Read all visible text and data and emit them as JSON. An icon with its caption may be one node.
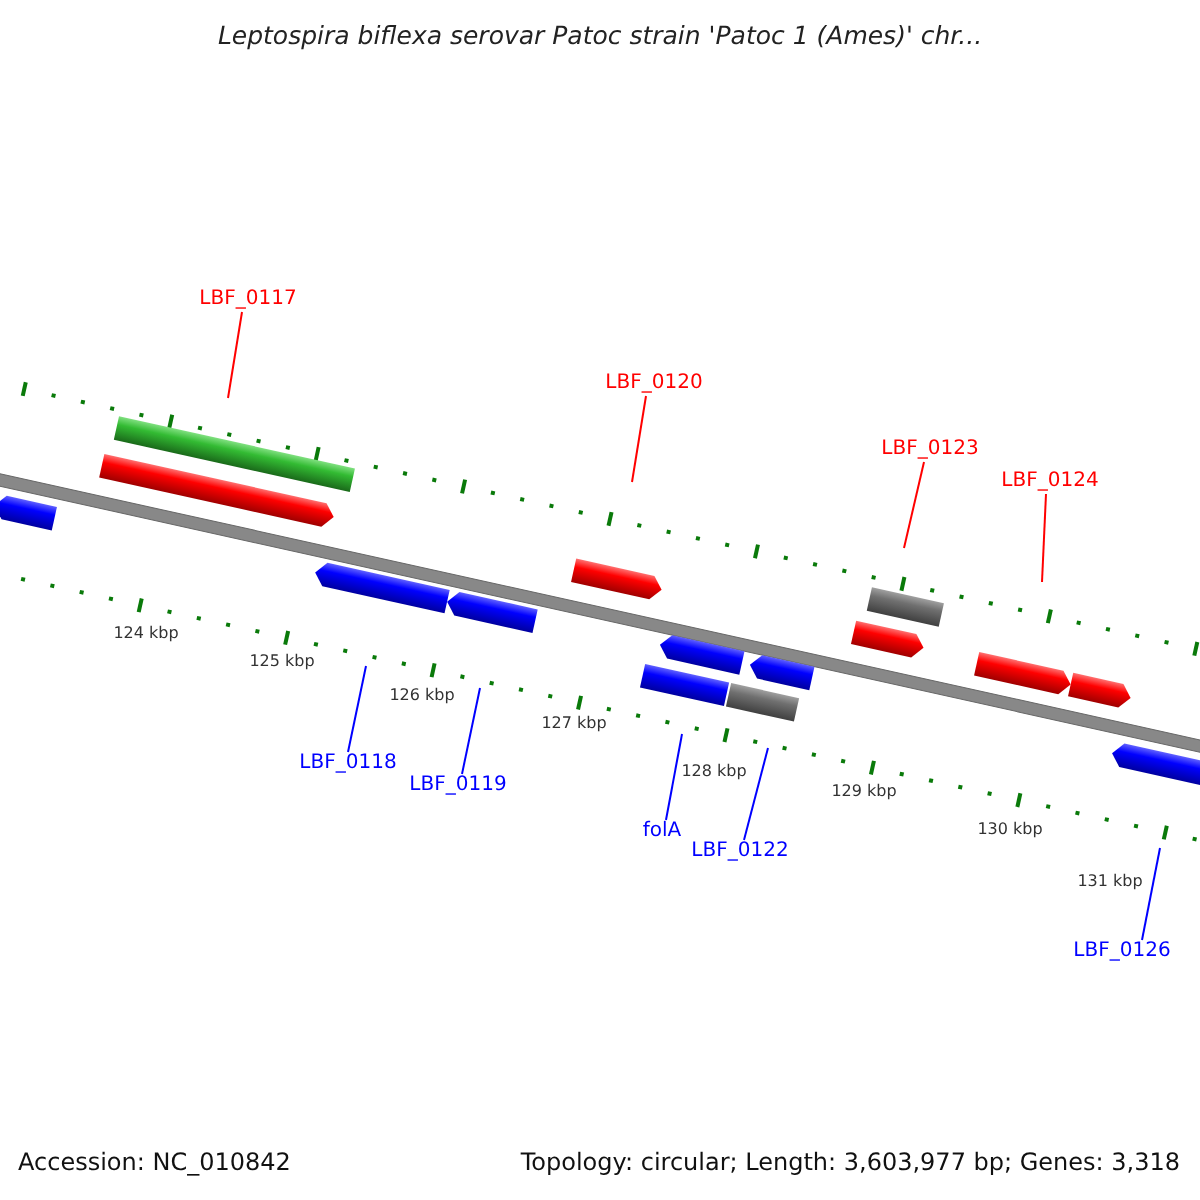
{
  "diagram": {
    "title": "Leptospira biflexa serovar Patoc strain 'Patoc 1 (Ames)' chr...",
    "nodes": [
      {
        "text": [
          "LBF_0117"
        ]
      },
      {
        "text": [
          "LBF_0120"
        ]
      },
      {
        "text": [
          "LBF_0123"
        ]
      },
      {
        "text": [
          "LBF_0124"
        ]
      },
      {
        "text": [
          "LBF_0118"
        ]
      },
      {
        "text": [
          "LBF_0119"
        ]
      },
      {
        "text": [
          "folA"
        ]
      },
      {
        "text": [
          "LBF_0122"
        ]
      },
      {
        "text": [
          "LBF_0126"
        ]
      }
    ],
    "edges": [
      {
        "from": 0,
        "to": null,
        "arrow": "none",
        "color": "#ff0000"
      },
      {
        "from": 1,
        "to": null,
        "arrow": "none",
        "color": "#ff0000"
      },
      {
        "from": 2,
        "to": null,
        "arrow": "none",
        "color": "#ff0000"
      },
      {
        "from": 3,
        "to": null,
        "arrow": "none",
        "color": "#ff0000"
      },
      {
        "from": 4,
        "to": null,
        "arrow": "none"
      },
      {
        "from": 5,
        "to": null,
        "arrow": "none"
      },
      {
        "from": 6,
        "to": null,
        "arrow": "none"
      },
      {
        "from": 7,
        "to": null,
        "arrow": "none"
      },
      {
        "from": 8,
        "to": null,
        "arrow": "none"
      }
    ],
    "labels": [
      "124 kbp",
      "125 kbp",
      "126 kbp",
      "127 kbp",
      "128 kbp",
      "129 kbp",
      "130 kbp",
      "131 kbp",
      "Accession: NC_010842",
      "Topology: circular; Length: 3,603,977 bp; Genes: 3,318"
    ]
  }
}
